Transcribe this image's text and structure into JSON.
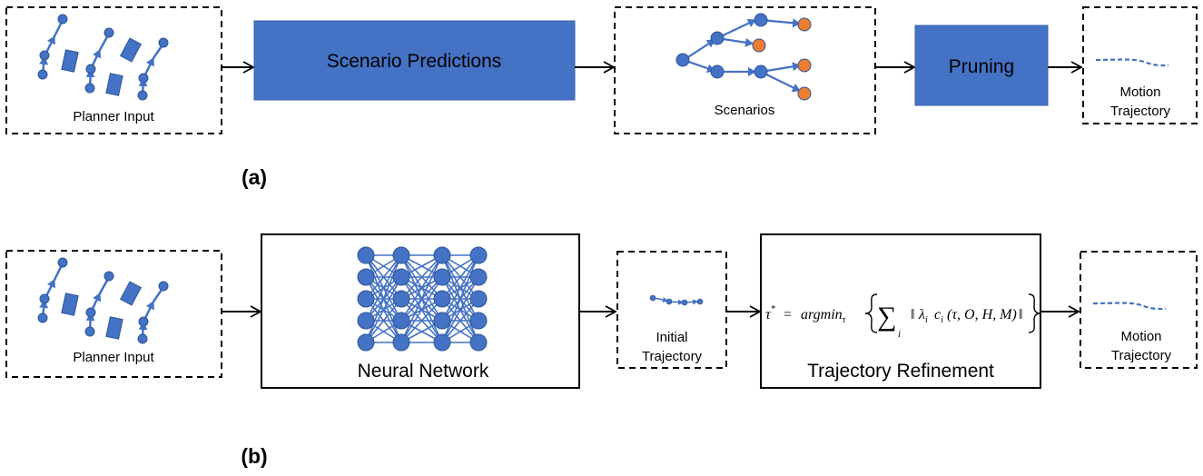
{
  "colors": {
    "node_blue": "#4472c4",
    "node_stroke": "#2f5597",
    "node_orange": "#ed7d31",
    "box_fill": "#4472c4",
    "dashed": "#000000"
  },
  "panel_a": {
    "label": "(a)",
    "planner_input": "Planner Input",
    "scenario_predictions": "Scenario Predictions",
    "scenarios": "Scenarios",
    "pruning": "Pruning",
    "motion_trajectory_line1": "Motion",
    "motion_trajectory_line2": "Trajectory"
  },
  "panel_b": {
    "label": "(b)",
    "planner_input": "Planner Input",
    "neural_network": "Neural Network",
    "initial_trajectory_line1": "Initial",
    "initial_trajectory_line2": "Trajectory",
    "trajectory_refinement": "Trajectory Refinement",
    "equation": {
      "lhs": "τ",
      "lhs_sup": "*",
      "eq": " = ",
      "fn": "argmin",
      "fn_sub": "τ",
      "sum": "∑",
      "sum_sub": "i",
      "norm_open": "‖",
      "lambda": "λ",
      "lambda_sub": "i",
      "c": "c",
      "c_sub": "i",
      "args": "(τ, O, H, M)",
      "norm_close": "‖"
    },
    "motion_trajectory_line1": "Motion",
    "motion_trajectory_line2": "Trajectory"
  }
}
